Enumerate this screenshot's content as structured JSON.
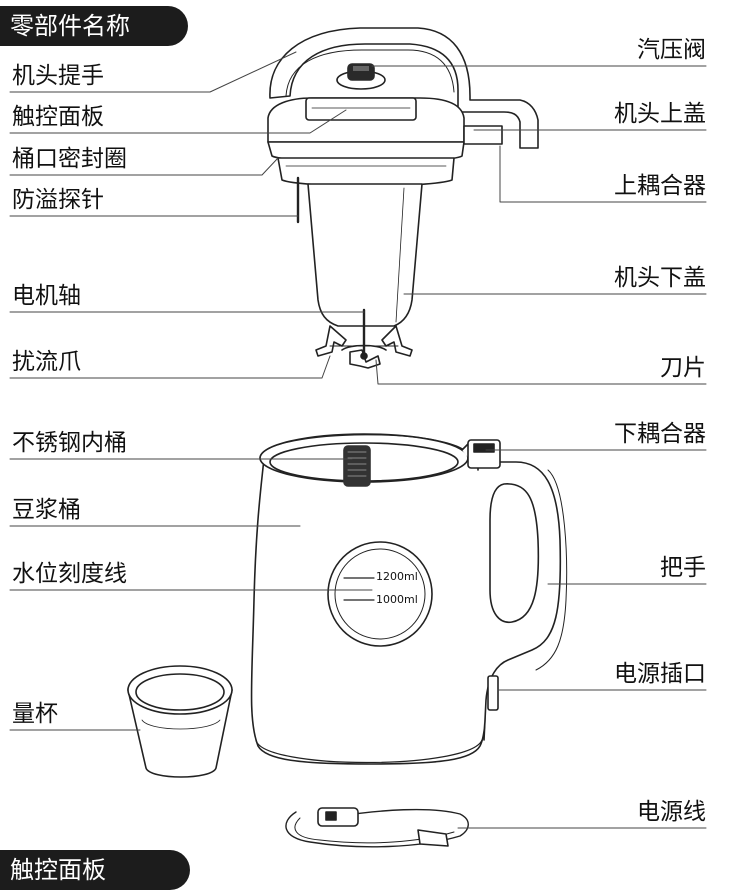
{
  "sections": {
    "parts_title": "零部件名称",
    "panel_title": "触控面板"
  },
  "labels": {
    "left": [
      "机头提手",
      "触控面板",
      "桶口密封圈",
      "防溢探针",
      "电机轴",
      "扰流爪",
      "不锈钢内桶",
      "豆浆桶",
      "水位刻度线",
      "量杯"
    ],
    "right": [
      "汽压阀",
      "机头上盖",
      "上耦合器",
      "机头下盖",
      "刀片",
      "下耦合器",
      "把手",
      "电源插口",
      "电源线"
    ]
  },
  "scale_marks": [
    "1200ml",
    "1000ml"
  ]
}
